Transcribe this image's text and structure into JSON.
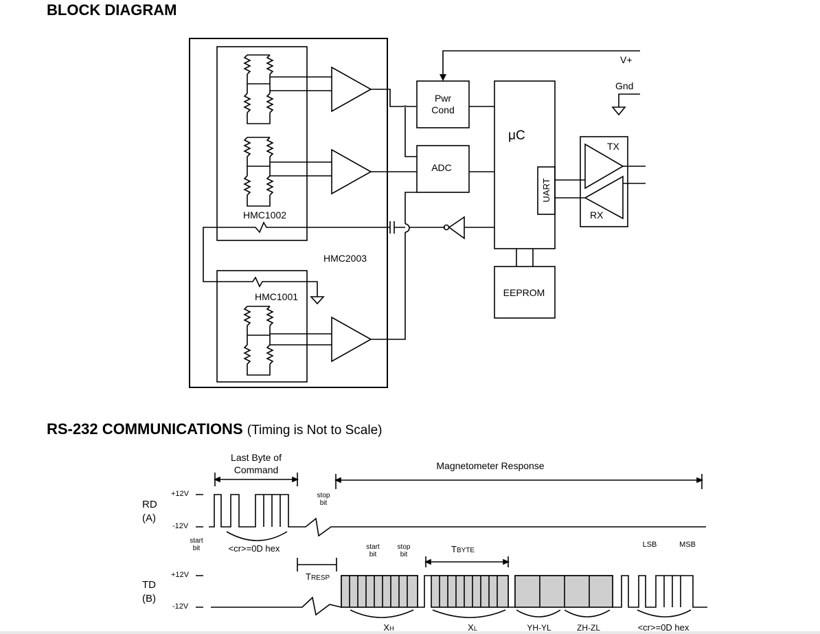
{
  "headings": {
    "block_diagram": "BLOCK DIAGRAM",
    "rs232": "RS-232 COMMUNICATIONS",
    "rs232_note": "(Timing is Not to Scale)"
  },
  "block": {
    "hmc1002": "HMC1002",
    "hmc1001": "HMC1001",
    "hmc2003": "HMC2003",
    "pwr_line1": "Pwr",
    "pwr_line2": "Cond",
    "adc": "ADC",
    "uc": "μC",
    "uart": "UART",
    "eeprom": "EEPROM",
    "tx": "TX",
    "rx": "RX",
    "vplus": "V+",
    "gnd": "Gnd"
  },
  "timing": {
    "last_byte_l1": "Last Byte of",
    "last_byte_l2": "Command",
    "mag_response": "Magnetometer Response",
    "rd": "RD",
    "rd_sub": "(A)",
    "td": "TD",
    "td_sub": "(B)",
    "p12": "+12V",
    "m12": "-12V",
    "start": "start",
    "stop": "stop",
    "bit": "bit",
    "cr_hex": "<cr>=0D hex",
    "t_resp_main": "T",
    "t_resp_sub": "RESP",
    "t_byte_main": "T",
    "t_byte_sub": "BYTE",
    "lsb": "LSB",
    "msb": "MSB",
    "x_main": "X",
    "xh_sub": "H",
    "xl_sub": "L",
    "yh_yl": "YH-YL",
    "zh_zl": "ZH-ZL"
  }
}
